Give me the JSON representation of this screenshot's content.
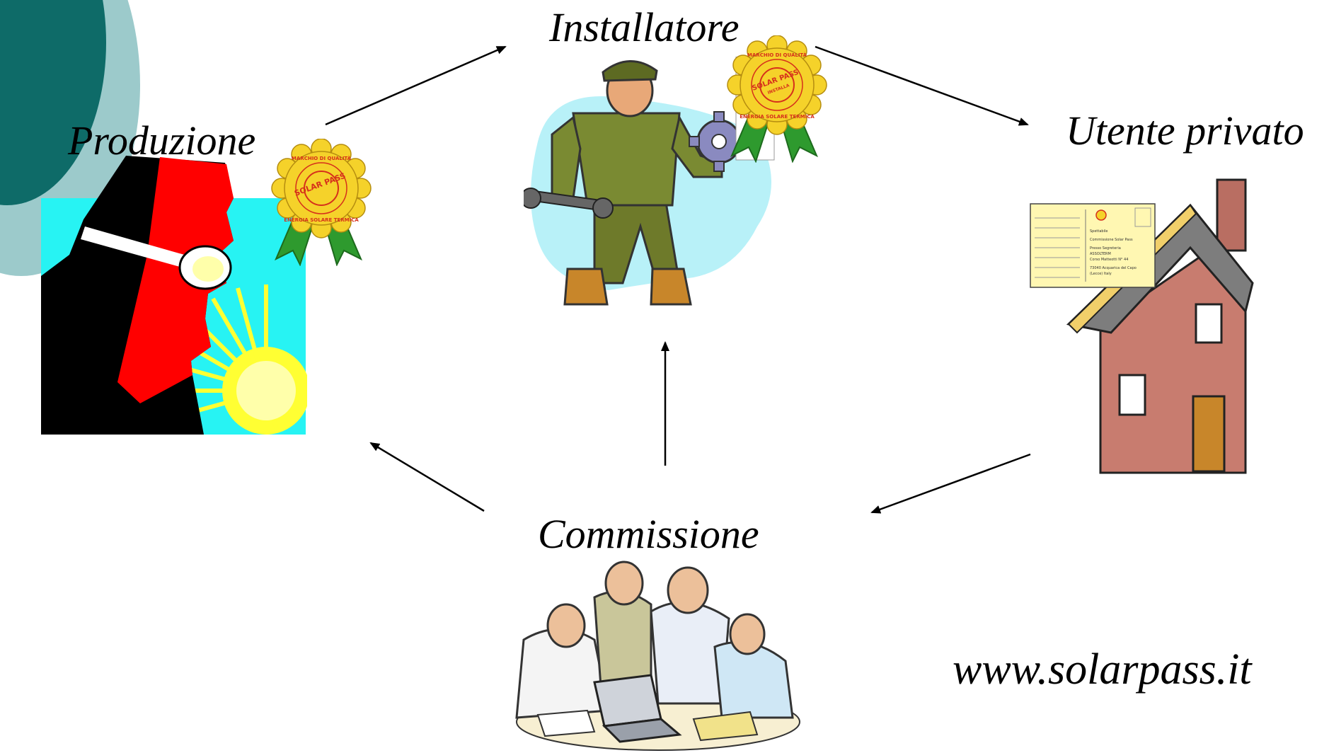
{
  "nodes": {
    "produzione": "Produzione",
    "installatore": "Installatore",
    "utente": "Utente privato",
    "commissione": "Commissione"
  },
  "website": "www.solarpass.it",
  "badge": {
    "top_text": "MARCHIO DI QUALITÀ",
    "center": "SOLAR PASS",
    "center_sub": "INSTALLA",
    "bottom_text": "ENERGIA SOLARE TERMICA"
  },
  "postcard": {
    "recipient_lines": [
      "Spettabile",
      "Commissione Solar Pass",
      "Presso Segreteria",
      "ASSOLTERM",
      "Corso Matteotti N° 44",
      "73040 Acquarica del Capo",
      "(Lecce) Italy"
    ]
  },
  "colors": {
    "teal_dark": "#0e6b68",
    "teal_light": "#9ccacb",
    "cyan_bg": "#27f3f3",
    "badge_yellow": "#f5d22a",
    "badge_red": "#d6301b",
    "ribbon_green": "#2e9a2e",
    "house_wall": "#c87c6f",
    "roof_gray": "#7d7d7d"
  }
}
